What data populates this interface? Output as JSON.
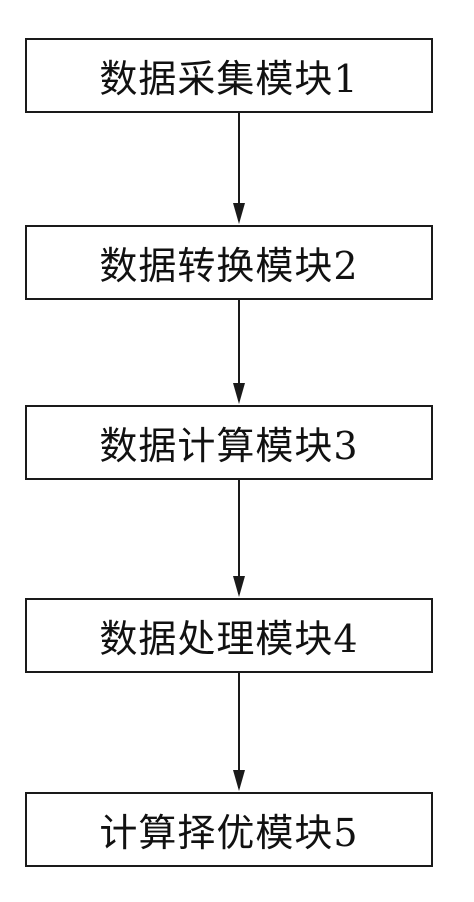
{
  "diagram": {
    "nodes": [
      {
        "id": "1",
        "label": "数据采集模块1"
      },
      {
        "id": "2",
        "label": "数据转换模块2"
      },
      {
        "id": "3",
        "label": "数据计算模块3"
      },
      {
        "id": "4",
        "label": "数据处理模块4"
      },
      {
        "id": "5",
        "label": "计算择优模块5"
      }
    ],
    "edges": [
      {
        "from": "1",
        "to": "2"
      },
      {
        "from": "2",
        "to": "3"
      },
      {
        "from": "3",
        "to": "4"
      },
      {
        "from": "4",
        "to": "5"
      }
    ],
    "colors": {
      "line": "#1a1a1a",
      "text": "#111111",
      "background": "#ffffff"
    }
  }
}
